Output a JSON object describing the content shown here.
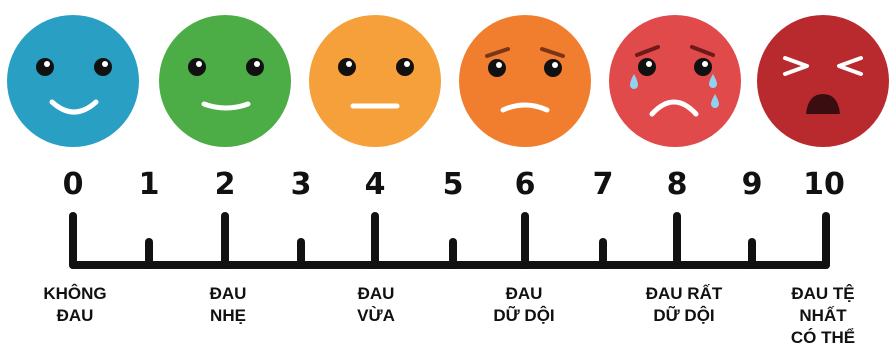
{
  "scale": {
    "numbers": [
      "0",
      "1",
      "2",
      "3",
      "4",
      "5",
      "6",
      "7",
      "8",
      "9",
      "10"
    ],
    "labels": [
      {
        "lines": [
          "KHÔNG",
          "ĐAU"
        ]
      },
      {
        "lines": [
          "ĐAU",
          "NHẸ"
        ]
      },
      {
        "lines": [
          "ĐAU",
          "VỪA"
        ]
      },
      {
        "lines": [
          "ĐAU",
          "DỮ DỘI"
        ]
      },
      {
        "lines": [
          "ĐAU RẤT",
          "DỮ DỘI"
        ]
      },
      {
        "lines": [
          "ĐAU TỆ",
          "NHẤT",
          "CÓ THỂ"
        ]
      }
    ]
  },
  "faces": [
    {
      "name": "face-0",
      "color": "#2a9fc4",
      "expression": "big-smile"
    },
    {
      "name": "face-2",
      "color": "#4cad47",
      "expression": "smile"
    },
    {
      "name": "face-4",
      "color": "#f5a03a",
      "expression": "neutral"
    },
    {
      "name": "face-6",
      "color": "#f07e2e",
      "expression": "frown"
    },
    {
      "name": "face-8",
      "color": "#e04a4a",
      "expression": "crying"
    },
    {
      "name": "face-10",
      "color": "#b82a2e",
      "expression": "anguish"
    }
  ]
}
